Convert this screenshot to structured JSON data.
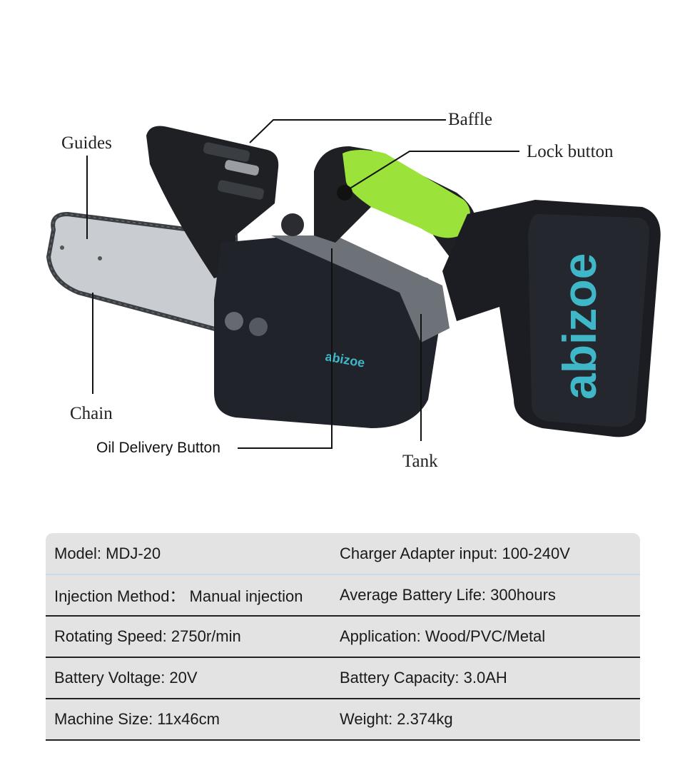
{
  "callouts": {
    "baffle": "Baffle",
    "guides": "Guides",
    "lock_button": "Lock button",
    "chain": "Chain",
    "oil_delivery_button": "Oil Delivery Button",
    "tank": "Tank"
  },
  "brand": {
    "logo_text": "abizoe",
    "accent_color": "#9be33a",
    "logo_color": "#3fb7c8",
    "body_color": "#1b1d22"
  },
  "specs": {
    "rows": [
      {
        "left": "Model:  MDJ-20",
        "right": "Charger Adapter input:   100-240V"
      },
      {
        "left": "Injection Method： Manual injection",
        "right": "Average Battery Life:   300hours"
      },
      {
        "left": "Rotating Speed: 2750r/min",
        "right": "Application:  Wood/PVC/Metal"
      },
      {
        "left": "Battery Voltage:   20V",
        "right": "Battery Capacity: 3.0AH"
      },
      {
        "left": "Machine Size: 11x46cm",
        "right": " Weight: 2.374kg"
      }
    ]
  }
}
